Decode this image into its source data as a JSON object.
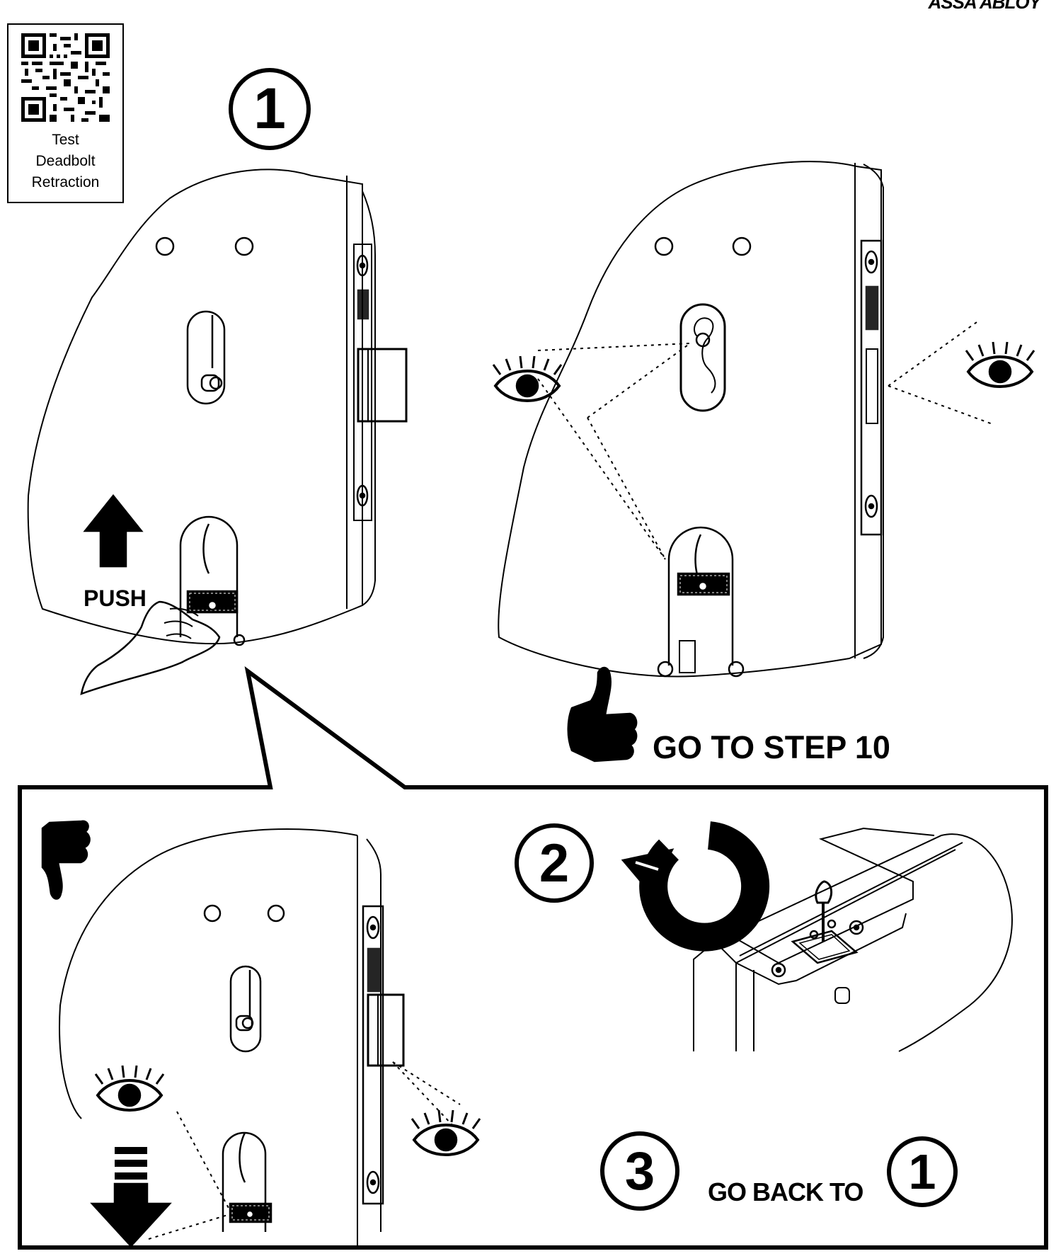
{
  "brand": "ASSA ABLOY",
  "qr": {
    "caption_line1": "Test",
    "caption_line2": "Deadbolt",
    "caption_line3": "Retraction"
  },
  "steps": {
    "step1": "1",
    "step2": "2",
    "step3": "3",
    "go_back_target": "1"
  },
  "labels": {
    "push": "PUSH",
    "go_to_step": "GO TO STEP 10",
    "go_back_to": "GO BACK TO"
  },
  "colors": {
    "ink": "#000000",
    "paper": "#ffffff"
  }
}
